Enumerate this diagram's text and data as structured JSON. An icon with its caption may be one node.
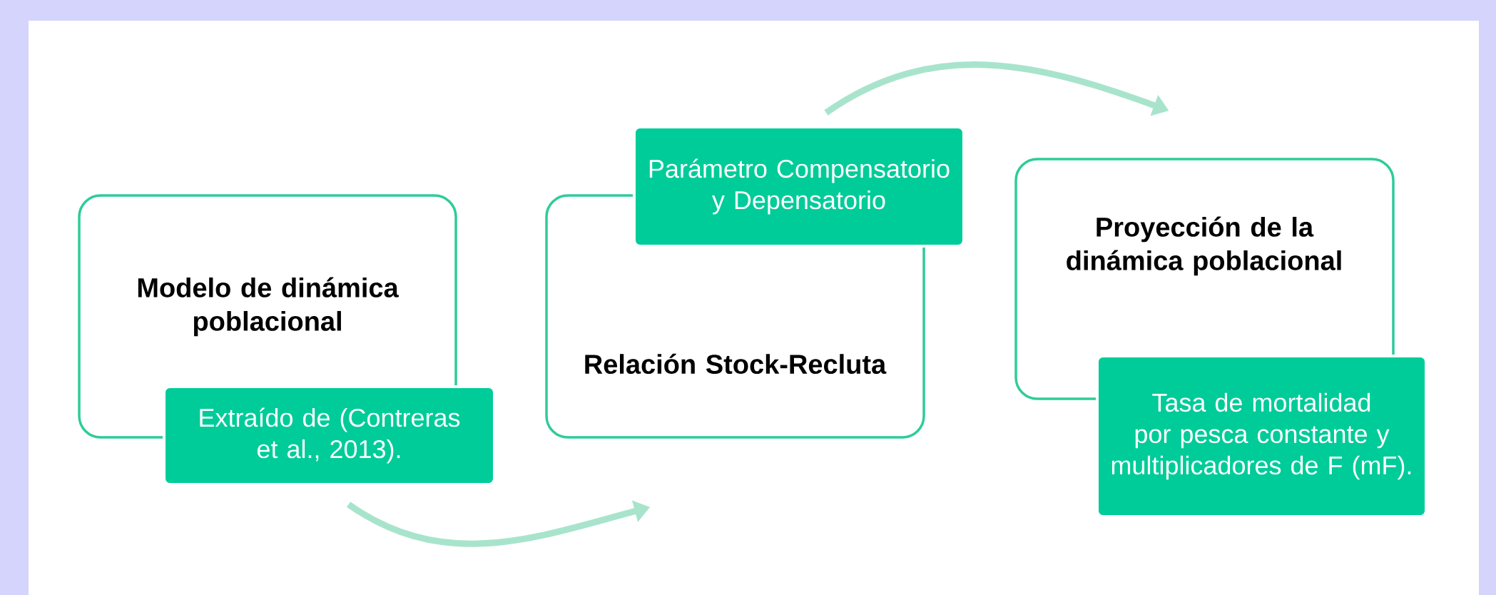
{
  "diagram": {
    "nodes": [
      {
        "text": [
          "Modelo de dinámica poblacional"
        ]
      },
      {
        "text": [
          "Extraído de (Contreras et al., 2013)."
        ]
      },
      {
        "text": [
          "Relación Stock-Recluta"
        ]
      },
      {
        "text": [
          "Parámetro Compensatorio y Depensatorio"
        ]
      },
      {
        "text": [
          "Proyección de la dinámica poblacional"
        ]
      },
      {
        "text": [
          "Tasa de mortalidad por pesca constante y multiplicadores de F (mF)."
        ]
      }
    ],
    "edges": [
      {
        "from": 1,
        "to": 2,
        "arrow": "to"
      },
      {
        "from": 3,
        "to": 4,
        "arrow": "to"
      }
    ]
  }
}
